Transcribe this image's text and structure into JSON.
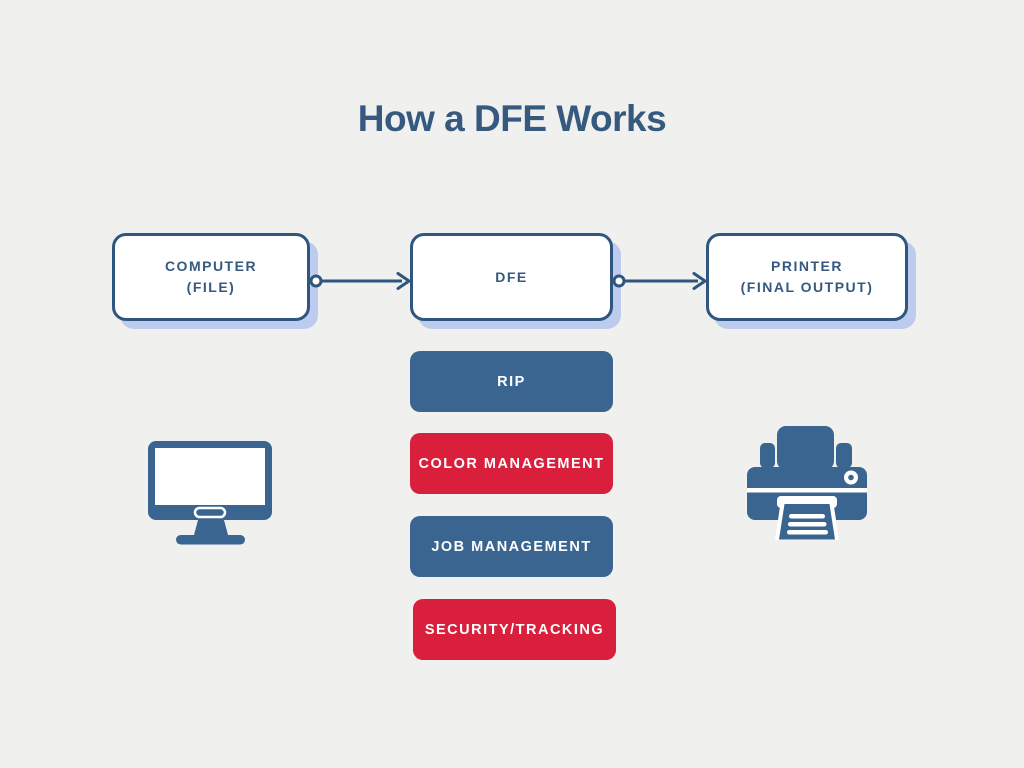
{
  "title": "How a DFE Works",
  "colors": {
    "background": "#f0f0ee",
    "primary_blue_text": "#35597f",
    "node_border_blue": "#2e567e",
    "icon_and_pill_blue": "#3a6591",
    "pill_red": "#d91f3c",
    "shadow_light_blue": "#bccbee",
    "node_fill": "#ffffff",
    "pill_text": "#ffffff"
  },
  "flow": {
    "nodes": [
      {
        "id": "computer",
        "lines": [
          "COMPUTER",
          "(FILE)"
        ]
      },
      {
        "id": "dfe",
        "lines": [
          "DFE"
        ]
      },
      {
        "id": "printer",
        "lines": [
          "PRINTER",
          "(FINAL OUTPUT)"
        ]
      }
    ],
    "connectors": [
      {
        "from": "computer",
        "to": "dfe",
        "style": "circle-start-arrow-end"
      },
      {
        "from": "dfe",
        "to": "printer",
        "style": "circle-start-arrow-end"
      }
    ]
  },
  "dfe_functions": [
    {
      "label": "RIP",
      "color": "#3a6591"
    },
    {
      "label": "COLOR MANAGEMENT",
      "color": "#d91f3c"
    },
    {
      "label": "JOB MANAGEMENT",
      "color": "#3a6591"
    },
    {
      "label": "SECURITY/TRACKING",
      "color": "#d91f3c"
    }
  ],
  "icons": [
    {
      "name": "computer-monitor-icon",
      "color": "#3a6591"
    },
    {
      "name": "printer-icon",
      "color": "#3a6591"
    }
  ]
}
